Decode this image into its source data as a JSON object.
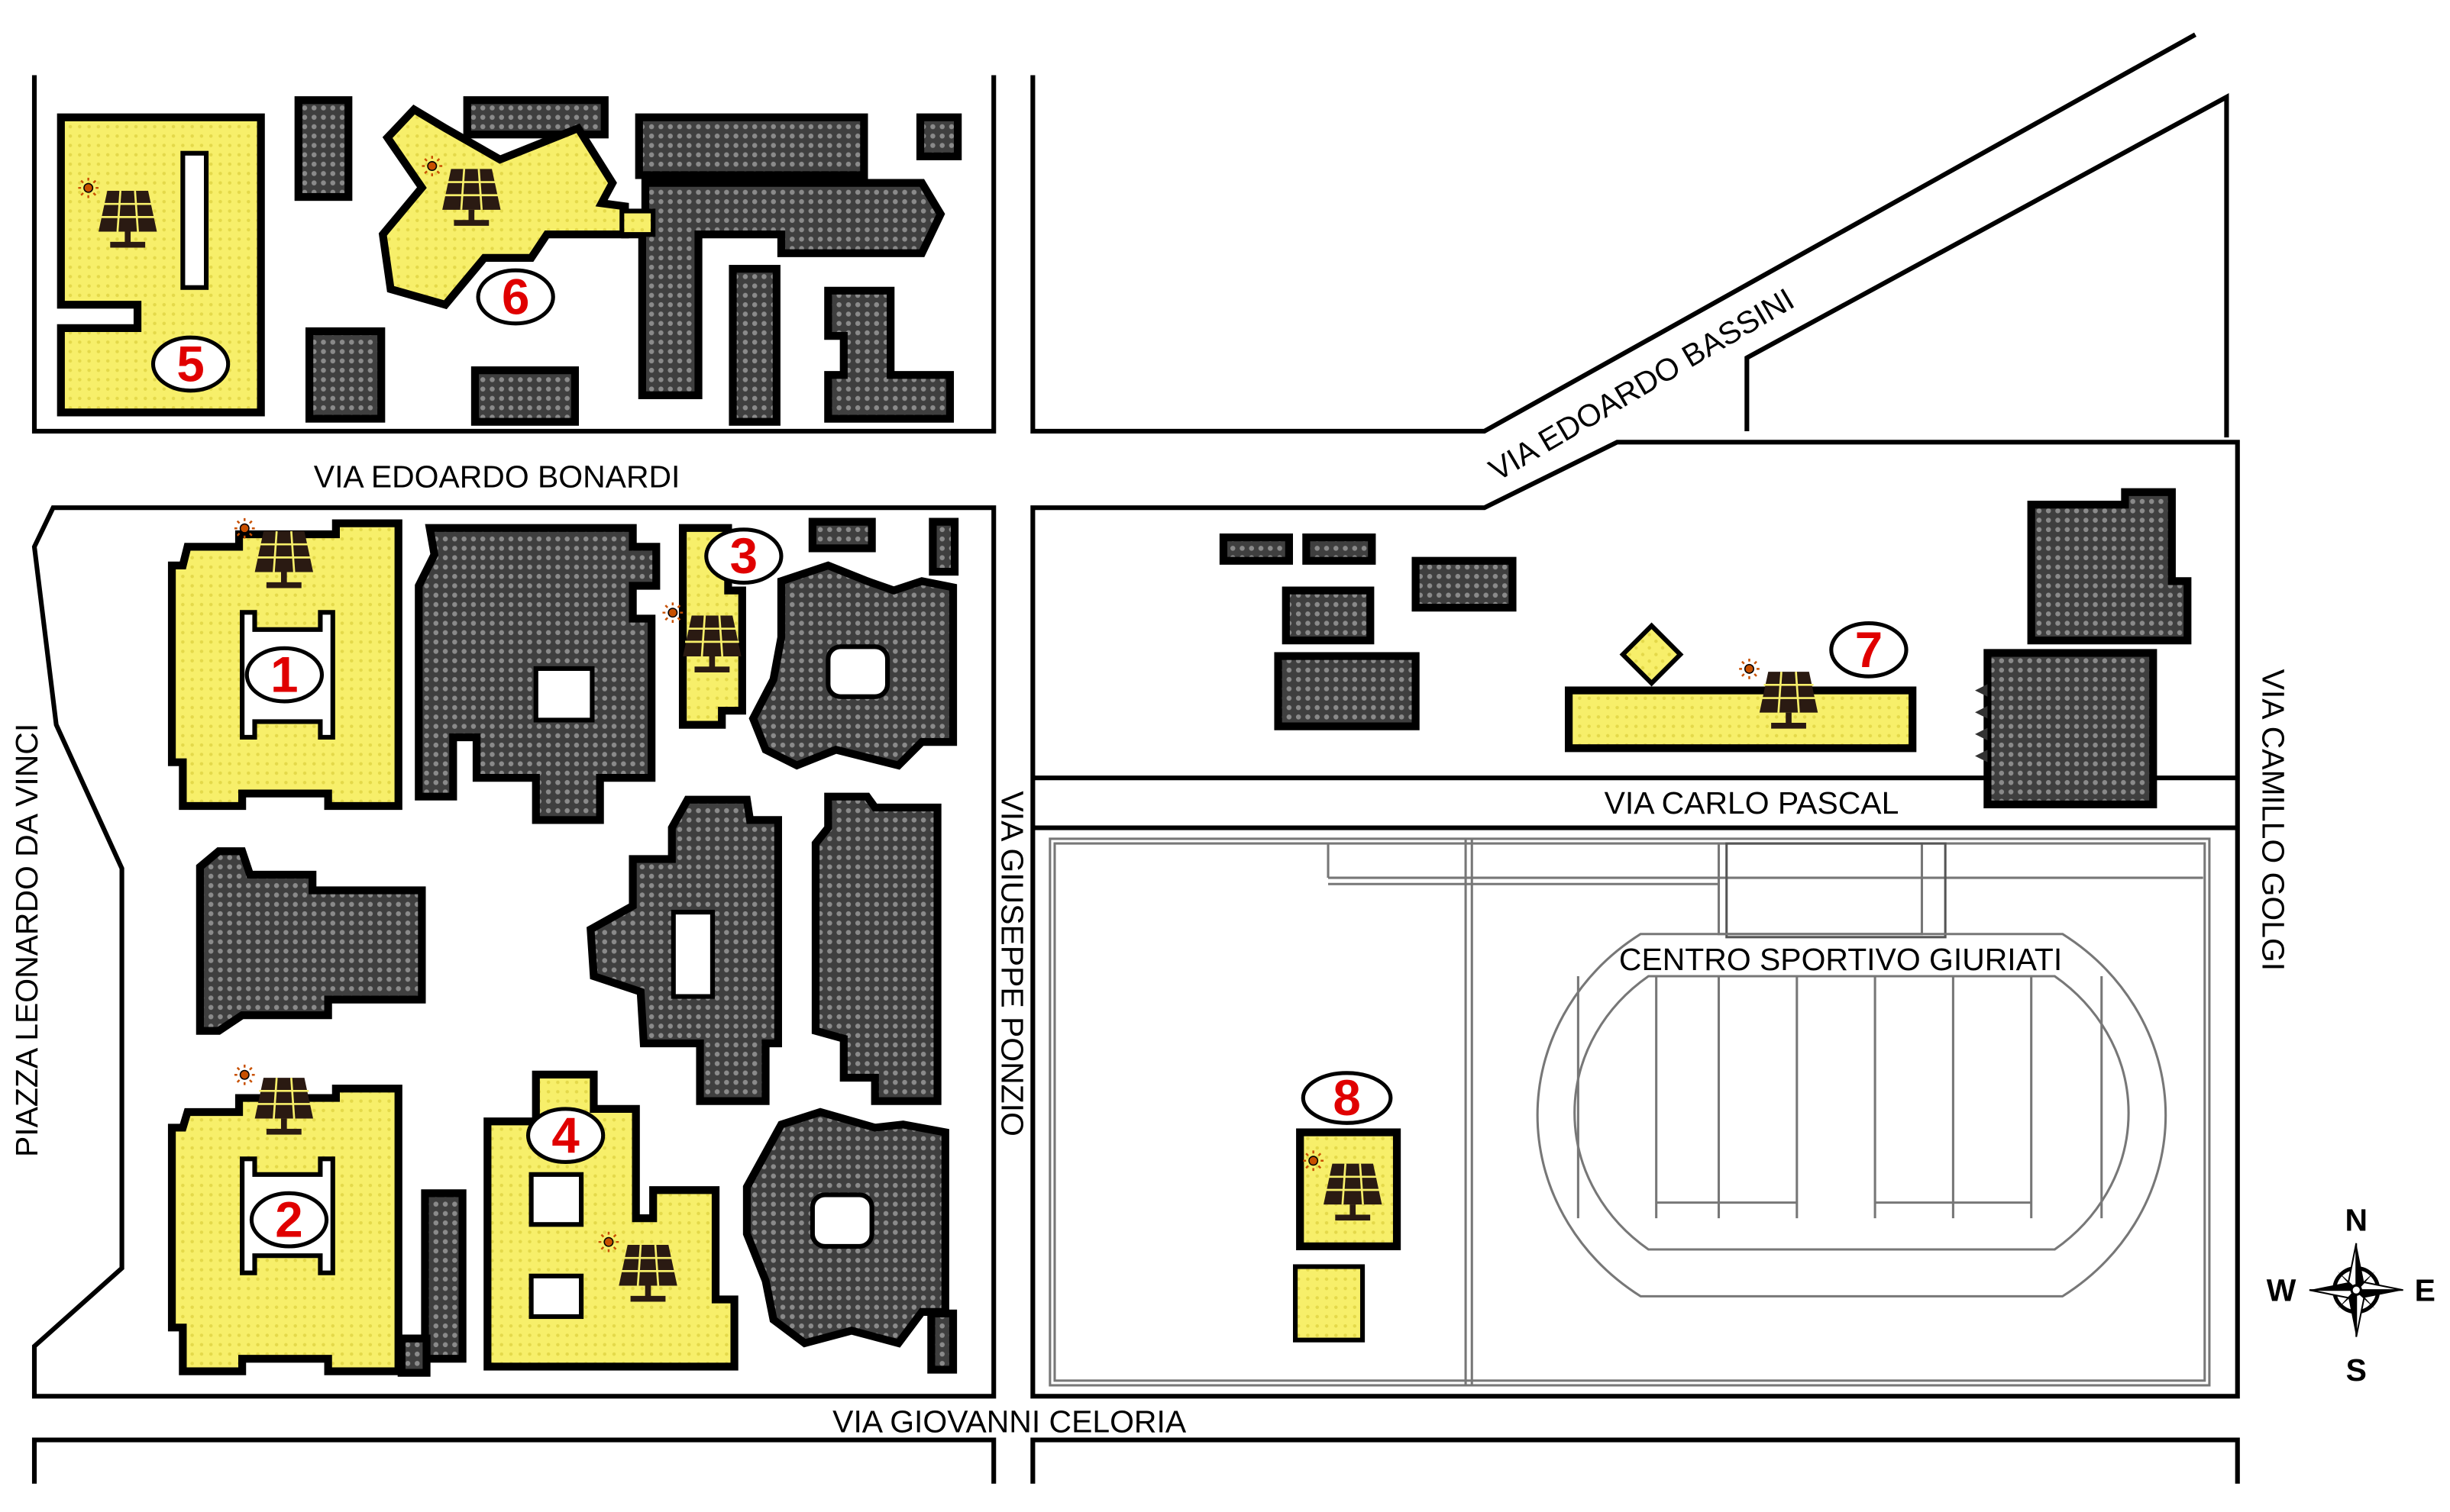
{
  "map": {
    "colors": {
      "pv_building": "#f7ef6a",
      "other_building": "#4a4a4a",
      "label_number": "#e00000",
      "street_outline": "#000000"
    },
    "streets": {
      "via_bonardi": "VIA EDOARDO BONARDI",
      "via_bassini": "VIA EDOARDO BASSINI",
      "piazza_da_vinci": "PIAZZA LEONARDO DA VINCI",
      "via_ponzio": "VIA GIUSEPPE PONZIO",
      "via_pascal": "VIA CARLO PASCAL",
      "via_golgi": "VIA CAMILLO GOLGI",
      "via_celoria": "VIA GIOVANNI CELORIA"
    },
    "places": {
      "sports_center": "CENTRO SPORTIVO GIURIATI"
    },
    "pv_buildings": [
      {
        "id": "1",
        "icon": "solar-panel-icon"
      },
      {
        "id": "2",
        "icon": "solar-panel-icon"
      },
      {
        "id": "3",
        "icon": "solar-panel-icon"
      },
      {
        "id": "4",
        "icon": "solar-panel-icon"
      },
      {
        "id": "5",
        "icon": "solar-panel-icon"
      },
      {
        "id": "6",
        "icon": "solar-panel-icon"
      },
      {
        "id": "7",
        "icon": "solar-panel-icon"
      },
      {
        "id": "8",
        "icon": "solar-panel-icon"
      }
    ],
    "compass": {
      "n": "N",
      "s": "S",
      "e": "E",
      "w": "W",
      "icon": "compass-rose-icon"
    }
  }
}
